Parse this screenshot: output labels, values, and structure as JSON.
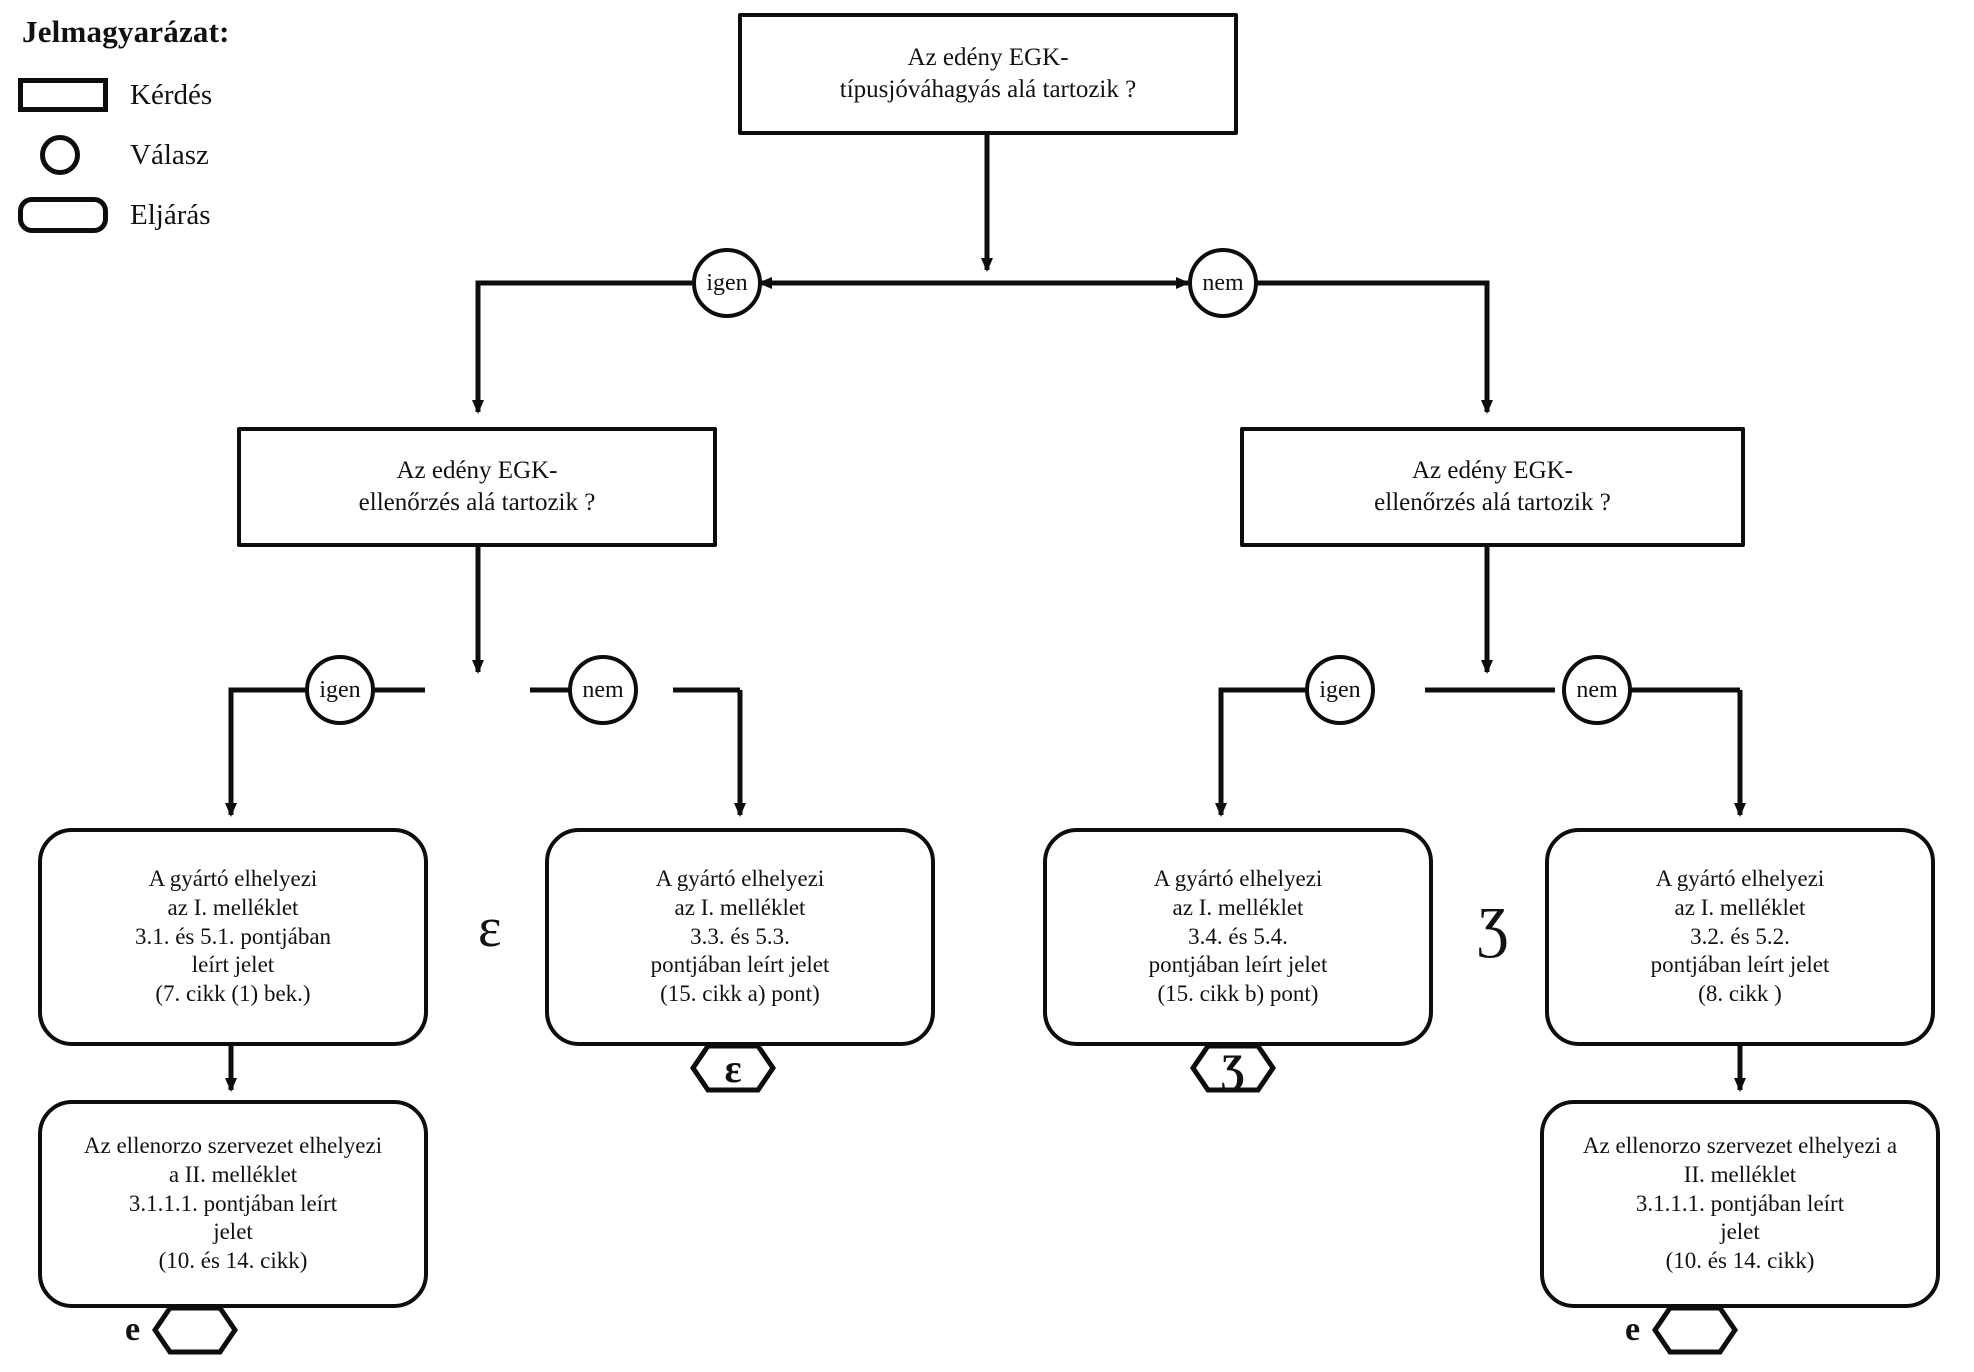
{
  "legend": {
    "title": "Jelmagyarázat:",
    "items": [
      {
        "shape": "rectangle",
        "label": "Kérdés"
      },
      {
        "shape": "circle",
        "label": "Válasz"
      },
      {
        "shape": "rounded",
        "label": "Eljárás"
      }
    ]
  },
  "nodes": {
    "root_question": "Az edény EGK-\ntípusjóváhagyás alá tartozik ?",
    "ans_root_igen": "igen",
    "ans_root_nem": "nem",
    "left_question": "Az edény EGK-\nellenőrzés alá tartozik ?",
    "right_question": "Az edény EGK-\nellenőrzés alá tartozik ?",
    "ans_left_igen": "igen",
    "ans_left_nem": "nem",
    "ans_right_igen": "igen",
    "ans_right_nem": "nem",
    "proc_1": "A gyártó elhelyezi\naz I. melléklet\n3.1. és 5.1. pontjában\nleírt jelet\n(7. cikk (1) bek.)",
    "proc_2": "A gyártó elhelyezi\naz I. melléklet\n3.3. és 5.3.\npontjában leírt jelet\n(15. cikk a) pont)",
    "proc_3": "A gyártó elhelyezi\naz I. melléklet\n3.4. és 5.4.\npontjában leírt jelet\n(15. cikk b) pont)",
    "proc_4": "A gyártó elhelyezi\naz I. melléklet\n3.2. és 5.2.\npontjában leírt jelet\n(8. cikk )",
    "proc_5": "Az ellenorzo szervezet elhelyezi\na II. melléklet\n3.1.1.1. pontjában leírt\njelet\n(10. és 14. cikk)",
    "proc_6": "Az ellenorzo szervezet elhelyezi a\nII. melléklet\n3.1.1.1. pontjában leírt\njelet\n(10. és 14. cikk)"
  },
  "marks": {
    "brace_left": "ε",
    "brace_right": "Ʒ",
    "hex_mid_left": "ε",
    "hex_mid_right": "Ʒ",
    "hex_bottom_left_prefix": "e",
    "hex_bottom_right_prefix": "e"
  },
  "colors": {
    "ink": "#0d0d0d",
    "paper": "#ffffff"
  }
}
